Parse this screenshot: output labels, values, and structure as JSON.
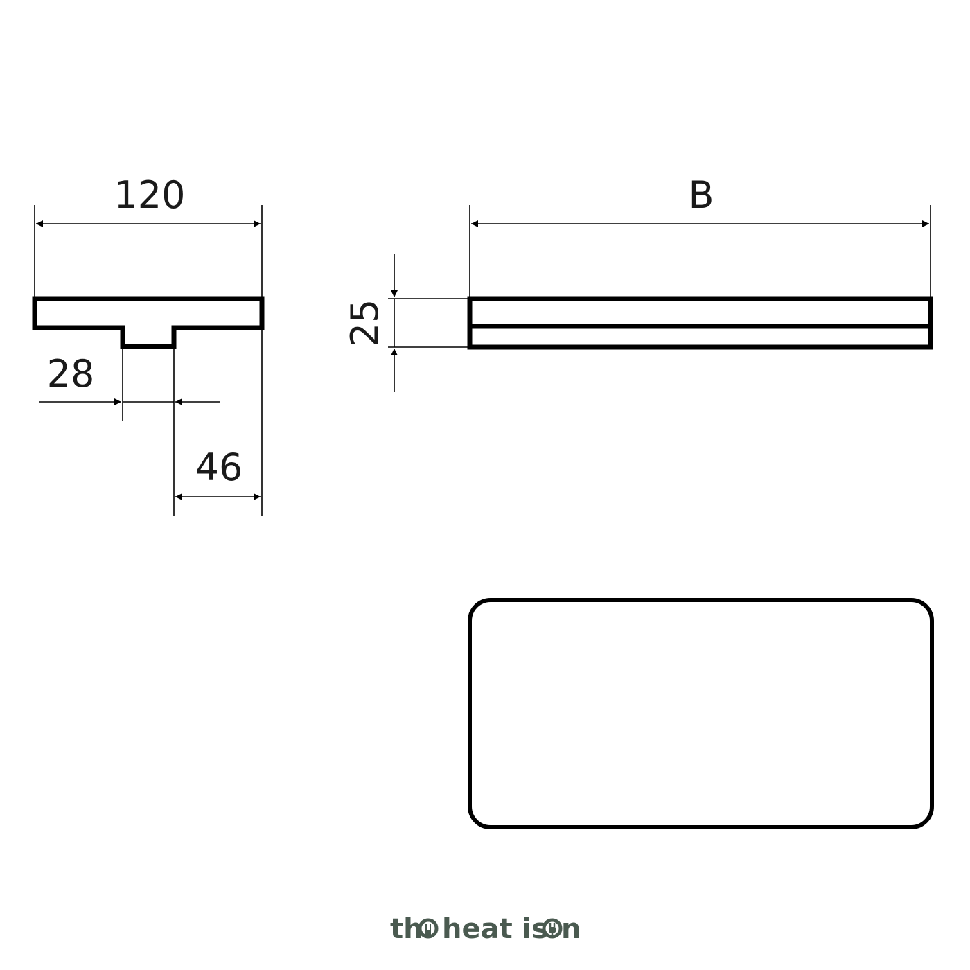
{
  "dimensions": {
    "width_label": "120",
    "length_label": "B",
    "height_label": "25",
    "stem_width_label": "28",
    "stem_offset_label": "46"
  },
  "brand": {
    "part1": "th",
    "part2": "heat is",
    "part3": "n",
    "color": "#4a5a50"
  }
}
